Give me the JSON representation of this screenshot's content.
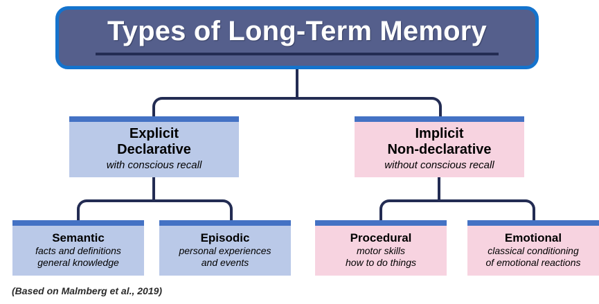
{
  "diagram": {
    "title": "Types of Long-Term Memory",
    "caption": "(Based on Malmberg et al., 2019)",
    "colors": {
      "title_fill": "#555f8c",
      "title_border": "#1473cd",
      "title_text": "#ffffff",
      "blue_fill": "#bac9e8",
      "pink_fill": "#f7d3e0",
      "node_top_bar": "#4472c4",
      "connector": "#232c53",
      "background": "#ffffff"
    },
    "level2": [
      {
        "id": "explicit",
        "heading_line1": "Explicit",
        "heading_line2": "Declarative",
        "subtitle": "with conscious recall",
        "color": "blue"
      },
      {
        "id": "implicit",
        "heading_line1": "Implicit",
        "heading_line2": "Non-declarative",
        "subtitle": "without conscious recall",
        "color": "pink"
      }
    ],
    "level3": [
      {
        "id": "semantic",
        "heading": "Semantic",
        "detail_line1": "facts and definitions",
        "detail_line2": "general knowledge",
        "color": "blue",
        "parent": "explicit"
      },
      {
        "id": "episodic",
        "heading": "Episodic",
        "detail_line1": "personal experiences",
        "detail_line2": "and events",
        "color": "blue",
        "parent": "explicit"
      },
      {
        "id": "procedural",
        "heading": "Procedural",
        "detail_line1": "motor skills",
        "detail_line2": "how to do things",
        "color": "pink",
        "parent": "implicit"
      },
      {
        "id": "emotional",
        "heading": "Emotional",
        "detail_line1": "classical conditioning",
        "detail_line2": "of emotional reactions",
        "color": "pink",
        "parent": "implicit"
      }
    ]
  }
}
